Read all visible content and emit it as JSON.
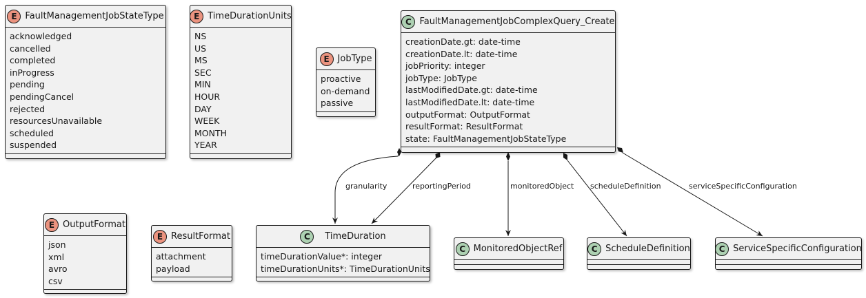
{
  "diagram": {
    "enums": {
      "fault_management_job_state_type": {
        "badge": "E",
        "name": "FaultManagementJobStateType",
        "values": [
          "acknowledged",
          "cancelled",
          "completed",
          "inProgress",
          "pending",
          "pendingCancel",
          "rejected",
          "resourcesUnavailable",
          "scheduled",
          "suspended"
        ]
      },
      "time_duration_units": {
        "badge": "E",
        "name": "TimeDurationUnits",
        "values": [
          "NS",
          "US",
          "MS",
          "SEC",
          "MIN",
          "HOUR",
          "DAY",
          "WEEK",
          "MONTH",
          "YEAR"
        ]
      },
      "job_type": {
        "badge": "E",
        "name": "JobType",
        "values": [
          "proactive",
          "on-demand",
          "passive"
        ]
      },
      "output_format": {
        "badge": "E",
        "name": "OutputFormat",
        "values": [
          "json",
          "xml",
          "avro",
          "csv"
        ]
      },
      "result_format": {
        "badge": "E",
        "name": "ResultFormat",
        "values": [
          "attachment",
          "payload"
        ]
      }
    },
    "classes": {
      "query_create": {
        "badge": "C",
        "name": "FaultManagementJobComplexQuery_Create",
        "attributes": [
          "creationDate.gt: date-time",
          "creationDate.lt: date-time",
          "jobPriority: integer",
          "jobType: JobType",
          "lastModifiedDate.gt: date-time",
          "lastModifiedDate.lt: date-time",
          "outputFormat: OutputFormat",
          "resultFormat: ResultFormat",
          "state: FaultManagementJobStateType"
        ]
      },
      "time_duration": {
        "badge": "C",
        "name": "TimeDuration",
        "attributes": [
          "timeDurationValue*: integer",
          "timeDurationUnits*: TimeDurationUnits"
        ]
      },
      "monitored_object_ref": {
        "badge": "C",
        "name": "MonitoredObjectRef",
        "attributes": []
      },
      "schedule_definition": {
        "badge": "C",
        "name": "ScheduleDefinition",
        "attributes": []
      },
      "service_specific_configuration": {
        "badge": "C",
        "name": "ServiceSpecificConfiguration",
        "attributes": []
      }
    },
    "edges": [
      {
        "label": "granularity",
        "from": "FaultManagementJobComplexQuery_Create",
        "to": "TimeDuration",
        "type": "composition"
      },
      {
        "label": "reportingPeriod",
        "from": "FaultManagementJobComplexQuery_Create",
        "to": "TimeDuration",
        "type": "composition"
      },
      {
        "label": "monitoredObject",
        "from": "FaultManagementJobComplexQuery_Create",
        "to": "MonitoredObjectRef",
        "type": "composition"
      },
      {
        "label": "scheduleDefinition",
        "from": "FaultManagementJobComplexQuery_Create",
        "to": "ScheduleDefinition",
        "type": "composition"
      },
      {
        "label": "serviceSpecificConfiguration",
        "from": "FaultManagementJobComplexQuery_Create",
        "to": "ServiceSpecificConfiguration",
        "type": "composition"
      }
    ],
    "colors": {
      "enum_badge": "#eb937f",
      "class_badge": "#add1b2",
      "box_fill": "#f1f1f1",
      "line": "#181818"
    }
  }
}
